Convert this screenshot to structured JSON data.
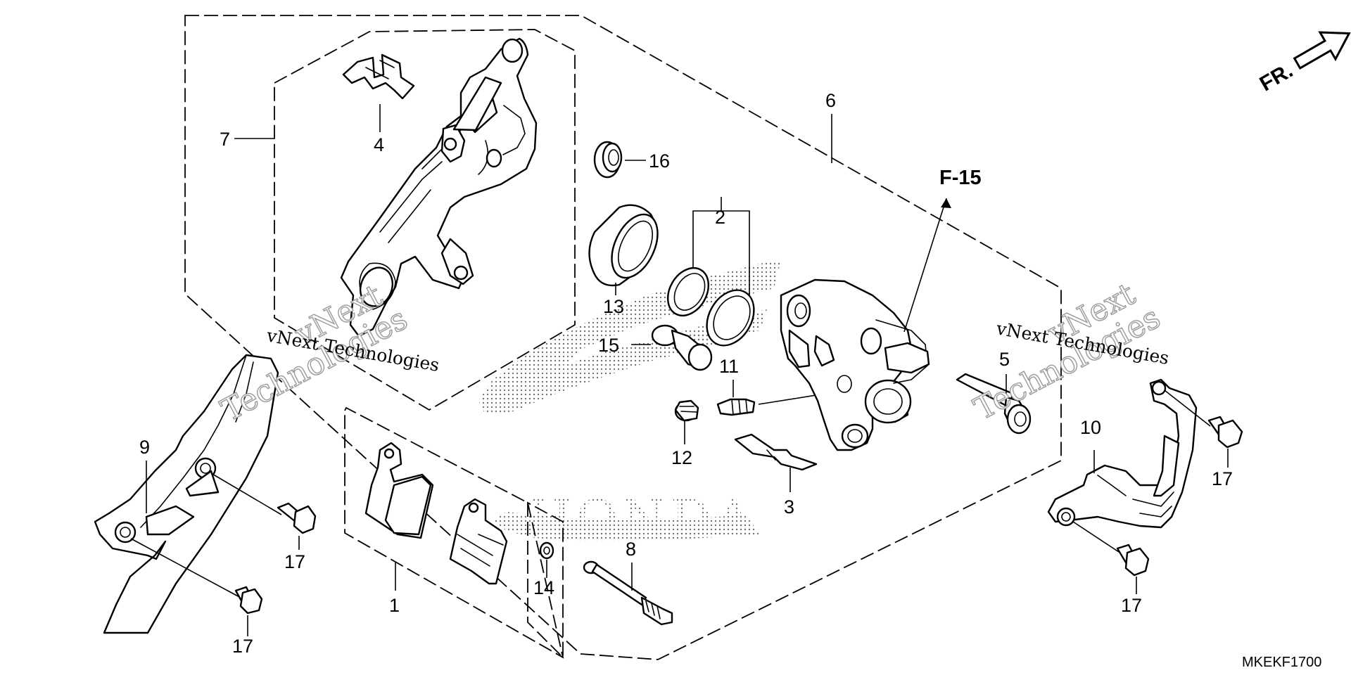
{
  "diagram": {
    "diagram_code": "MKEKF1700",
    "front_indicator": "FR.",
    "reference_label": "F-15",
    "watermark_text": "vNext Technologies",
    "watermark_line1": "vNext",
    "watermark_line2": "Technologies",
    "brand_watermark": "HONDA",
    "callouts": {
      "c1": "1",
      "c2": "2",
      "c3": "3",
      "c4": "4",
      "c5": "5",
      "c6": "6",
      "c7": "7",
      "c8": "8",
      "c9": "9",
      "c10": "10",
      "c11": "11",
      "c12": "12",
      "c13": "13",
      "c14": "14",
      "c15": "15",
      "c16": "16",
      "c17a": "17",
      "c17b": "17",
      "c17c": "17",
      "c17d": "17"
    },
    "icons": [
      "front-arrow-icon",
      "honda-wing-logo",
      "caliper-bracket",
      "brake-caliper-body",
      "brake-pad",
      "disc-guard",
      "hose-guard"
    ]
  }
}
